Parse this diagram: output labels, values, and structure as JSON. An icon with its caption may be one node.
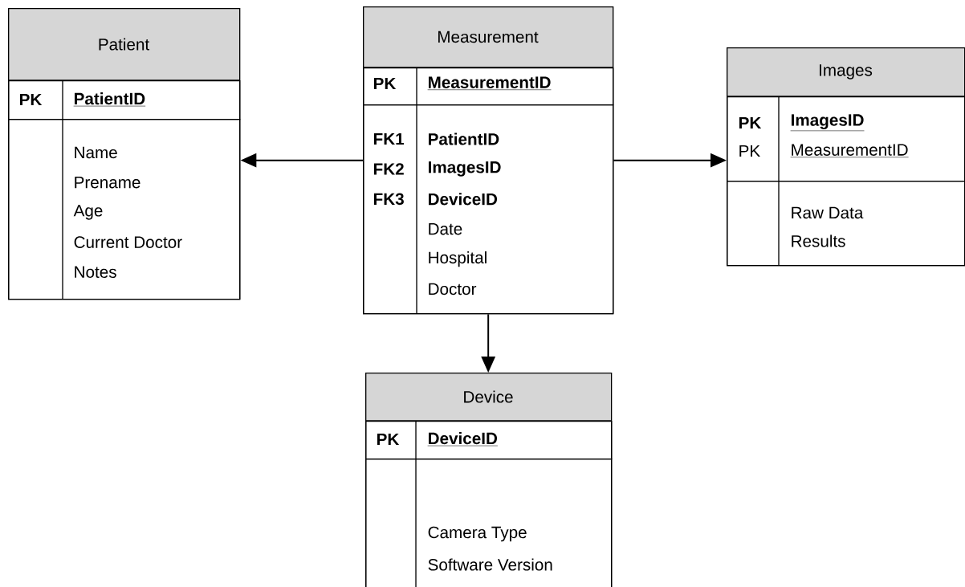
{
  "diagram": {
    "nodes": [
      {
        "text": [
          "Patient"
        ]
      },
      {
        "text": [
          "PK",
          "PatientID"
        ],
        "in": 0
      },
      {
        "text": [
          "Name",
          "Prename",
          "Age",
          "Current Doctor",
          "Notes"
        ],
        "in": 0
      },
      {
        "text": [
          "Measurement"
        ]
      },
      {
        "text": [
          "PK",
          "MeasurementID"
        ],
        "in": 3
      },
      {
        "text": [
          "FK1",
          "PatientID",
          "FK2",
          "ImagesID",
          "FK3",
          "DeviceID",
          "Date",
          "Hospital",
          "Doctor"
        ],
        "in": 3
      },
      {
        "text": [
          "Images"
        ]
      },
      {
        "text": [
          "PK",
          "ImagesID",
          "PK",
          "MeasurementID"
        ],
        "in": 6
      },
      {
        "text": [
          "Raw Data",
          "Results"
        ],
        "in": 6
      },
      {
        "text": [
          "Device"
        ]
      },
      {
        "text": [
          "PK",
          "DeviceID"
        ],
        "in": 9
      },
      {
        "text": [
          "Camera Type",
          "Software Version"
        ],
        "in": 9
      }
    ],
    "edges": [
      {
        "from": 3,
        "to": 0,
        "arrow": "to"
      },
      {
        "from": 3,
        "to": 6,
        "arrow": "to"
      },
      {
        "from": 3,
        "to": 9,
        "arrow": "to"
      }
    ]
  }
}
